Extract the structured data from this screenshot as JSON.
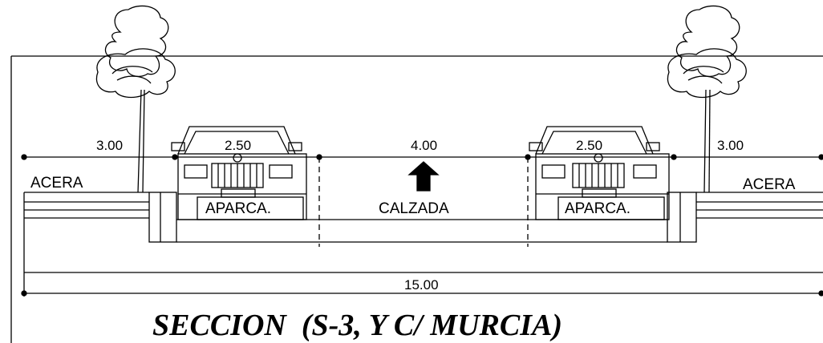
{
  "dimensions": {
    "left_sidewalk": "3.00",
    "left_parking": "2.50",
    "roadway": "4.00",
    "right_parking": "2.50",
    "right_sidewalk": "3.00",
    "total": "15.00"
  },
  "labels": {
    "left_sidewalk": "ACERA",
    "right_sidewalk": "ACERA",
    "left_parking": "APARCA.",
    "right_parking": "APARCA.",
    "roadway": "CALZADA"
  },
  "title": "SECCION  (S-3, Y C/ MURCIA)"
}
